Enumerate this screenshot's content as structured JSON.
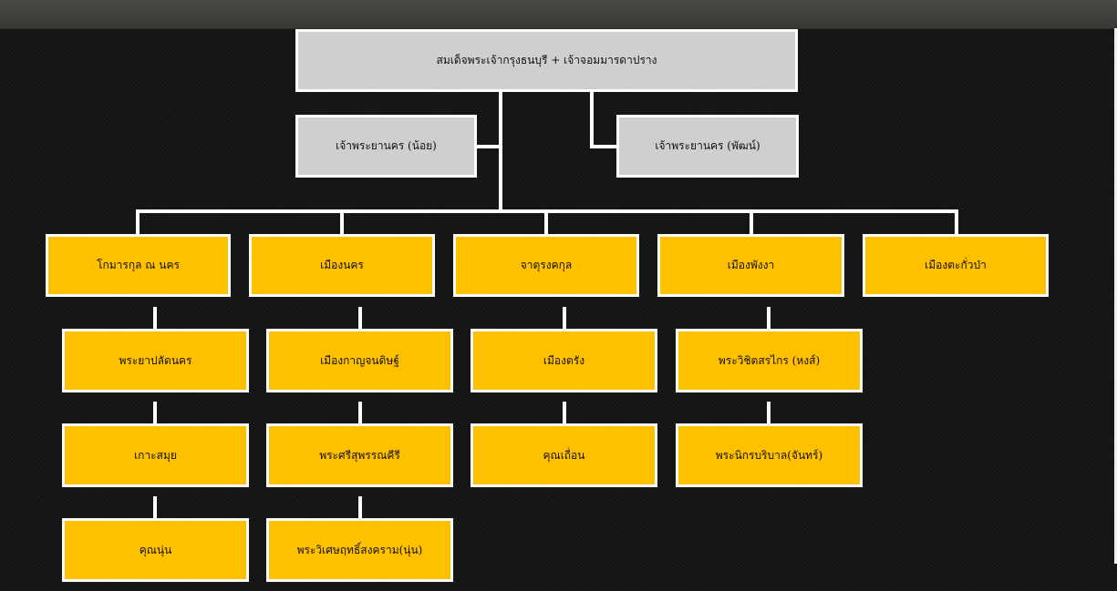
{
  "colors": {
    "background": "#161616",
    "top_bar": "#403e3b",
    "node_gray": "#cfcfcf",
    "node_gold": "#ffc000",
    "connector": "#ffffff"
  },
  "chart": {
    "root": "สมเด็จพระเจ้ากรุงธนบุรี + เจ้าจอมมารดาปราง",
    "left_branch": "เจ้าพระยานคร (น้อย)",
    "right_branch": "เจ้าพระยานคร (พัฒน์)",
    "columns": [
      {
        "head": "โกมารกุล ณ นคร",
        "children": [
          "พระยาปลัดนคร",
          "เกาะสมุย",
          "คุณนุ่น"
        ]
      },
      {
        "head": "เมืองนคร",
        "children": [
          "เมืองกาญจนดิษฐ์",
          "พระศรีสุพรรณคีรี",
          "พระวิเศษฤทธิ์สงคราม(นุ่น)"
        ]
      },
      {
        "head": "จาตุรงคกุล",
        "children": [
          "เมืองตรัง",
          "คุณเถื่อน"
        ]
      },
      {
        "head": "เมืองพังงา",
        "children": [
          "พระวิชิตสรไกร (หงส์)",
          "พระนิกรบริบาล(จันทร์)"
        ]
      },
      {
        "head": "เมืองตะกั่วป่า",
        "children": []
      }
    ]
  }
}
